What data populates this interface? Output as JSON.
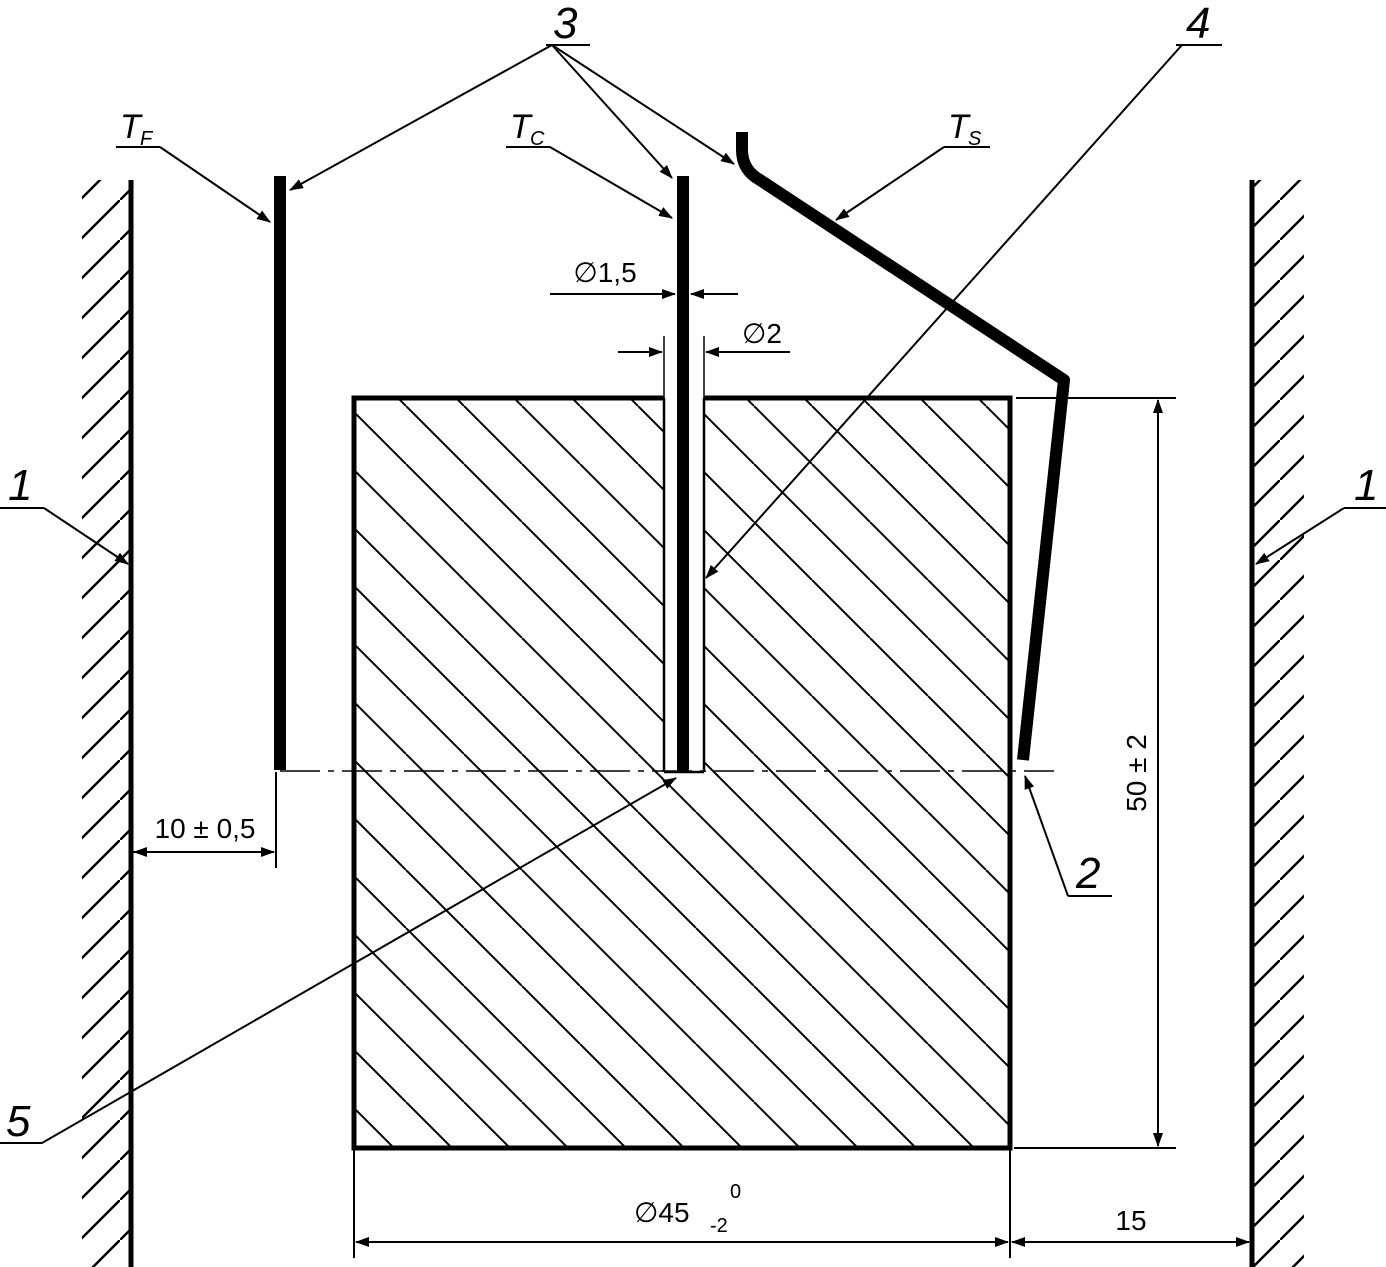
{
  "labels": {
    "wall": "1",
    "contact_point": "2",
    "thermocouples": "3",
    "hole": "4",
    "junction": "5",
    "t_f_letter": "T",
    "t_f_sub": "F",
    "t_c_letter": "T",
    "t_c_sub": "C",
    "t_s_letter": "T",
    "t_s_sub": "S"
  },
  "dimensions": {
    "wire_diameter": "∅1,5",
    "hole_diameter": "∅2",
    "gap": "10 ± 0,5",
    "height": "50 ± 2",
    "diameter_main": "∅45",
    "diameter_lower_tol": "-2",
    "diameter_upper_tol": "0",
    "wall_gap": "15"
  },
  "colors": {
    "line": "#000000",
    "background": "#ffffff"
  }
}
